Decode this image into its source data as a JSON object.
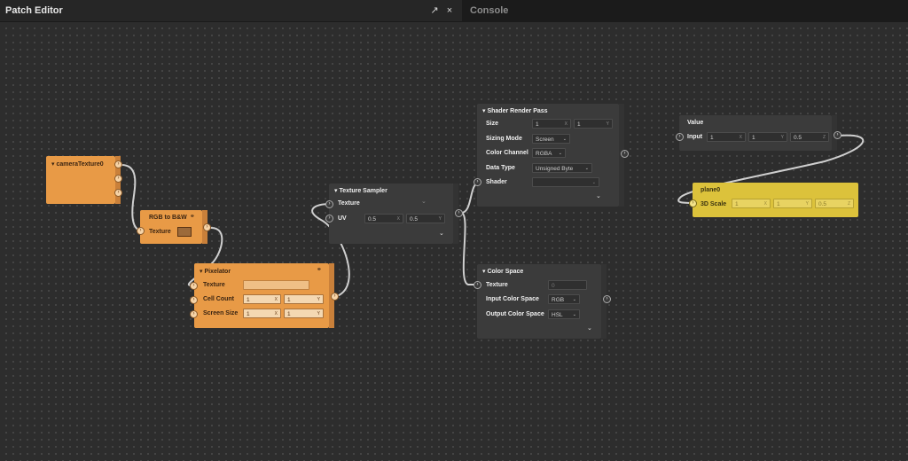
{
  "header": {
    "title": "Patch Editor",
    "popout_icon": "↗",
    "close_icon": "×",
    "console_tab": "Console"
  },
  "nodes": {
    "camera": {
      "title": "cameraTexture0",
      "collapse_glyph": "▾"
    },
    "rgb": {
      "title": "RGB to B&W",
      "link_glyph": "⚭",
      "texture_label": "Texture"
    },
    "pixelator": {
      "title": "Pixelator",
      "collapse_glyph": "▾",
      "link_glyph": "⚭",
      "texture_label": "Texture",
      "cell_count_label": "Cell Count",
      "cell_count_x": "1",
      "cell_count_y": "1",
      "screen_size_label": "Screen Size",
      "screen_size_x": "1",
      "screen_size_y": "1"
    },
    "texture_sampler": {
      "title": "Texture Sampler",
      "collapse_glyph": "▾",
      "texture_label": "Texture",
      "uv_label": "UV",
      "uv_x": "0.5",
      "uv_y": "0.5"
    },
    "shader_render_pass": {
      "title": "Shader Render Pass",
      "collapse_glyph": "▾",
      "size_label": "Size",
      "size_x": "1",
      "size_y": "1",
      "sizing_mode_label": "Sizing Mode",
      "sizing_mode_value": "Screen",
      "color_channel_label": "Color Channel",
      "color_channel_value": "RGBA",
      "data_type_label": "Data Type",
      "data_type_value": "Unsigned Byte",
      "shader_label": "Shader"
    },
    "color_space": {
      "title": "Color Space",
      "collapse_glyph": "▾",
      "texture_label": "Texture",
      "texture_value": "0",
      "input_label": "Input Color Space",
      "input_value": "RGB",
      "output_label": "Output Color Space",
      "output_value": "HSL"
    },
    "value": {
      "title": "Value",
      "input_label": "Input",
      "input_x": "1",
      "input_y": "1",
      "input_z": "0.5"
    },
    "plane": {
      "title": "plane0",
      "scale_label": "3D Scale",
      "scale_x": "1",
      "scale_y": "1",
      "scale_z": "0.5"
    }
  },
  "glyphs": {
    "x_suffix": "X",
    "y_suffix": "Y",
    "z_suffix": "Z",
    "dropdown": "⌄",
    "expand": "⌄",
    "port_arrow": "›"
  },
  "colors": {
    "orange_node": "#e89a46",
    "gray_node": "#3b3b3b",
    "yellow_node": "#dcc23b",
    "wire": "#cfcfcf",
    "canvas": "#2d2d2d"
  },
  "icons": {
    "popout": "popout-icon",
    "close": "close-icon",
    "link": "link-icon",
    "collapse": "collapse-triangle-icon",
    "expand": "expand-chevron-icon"
  }
}
